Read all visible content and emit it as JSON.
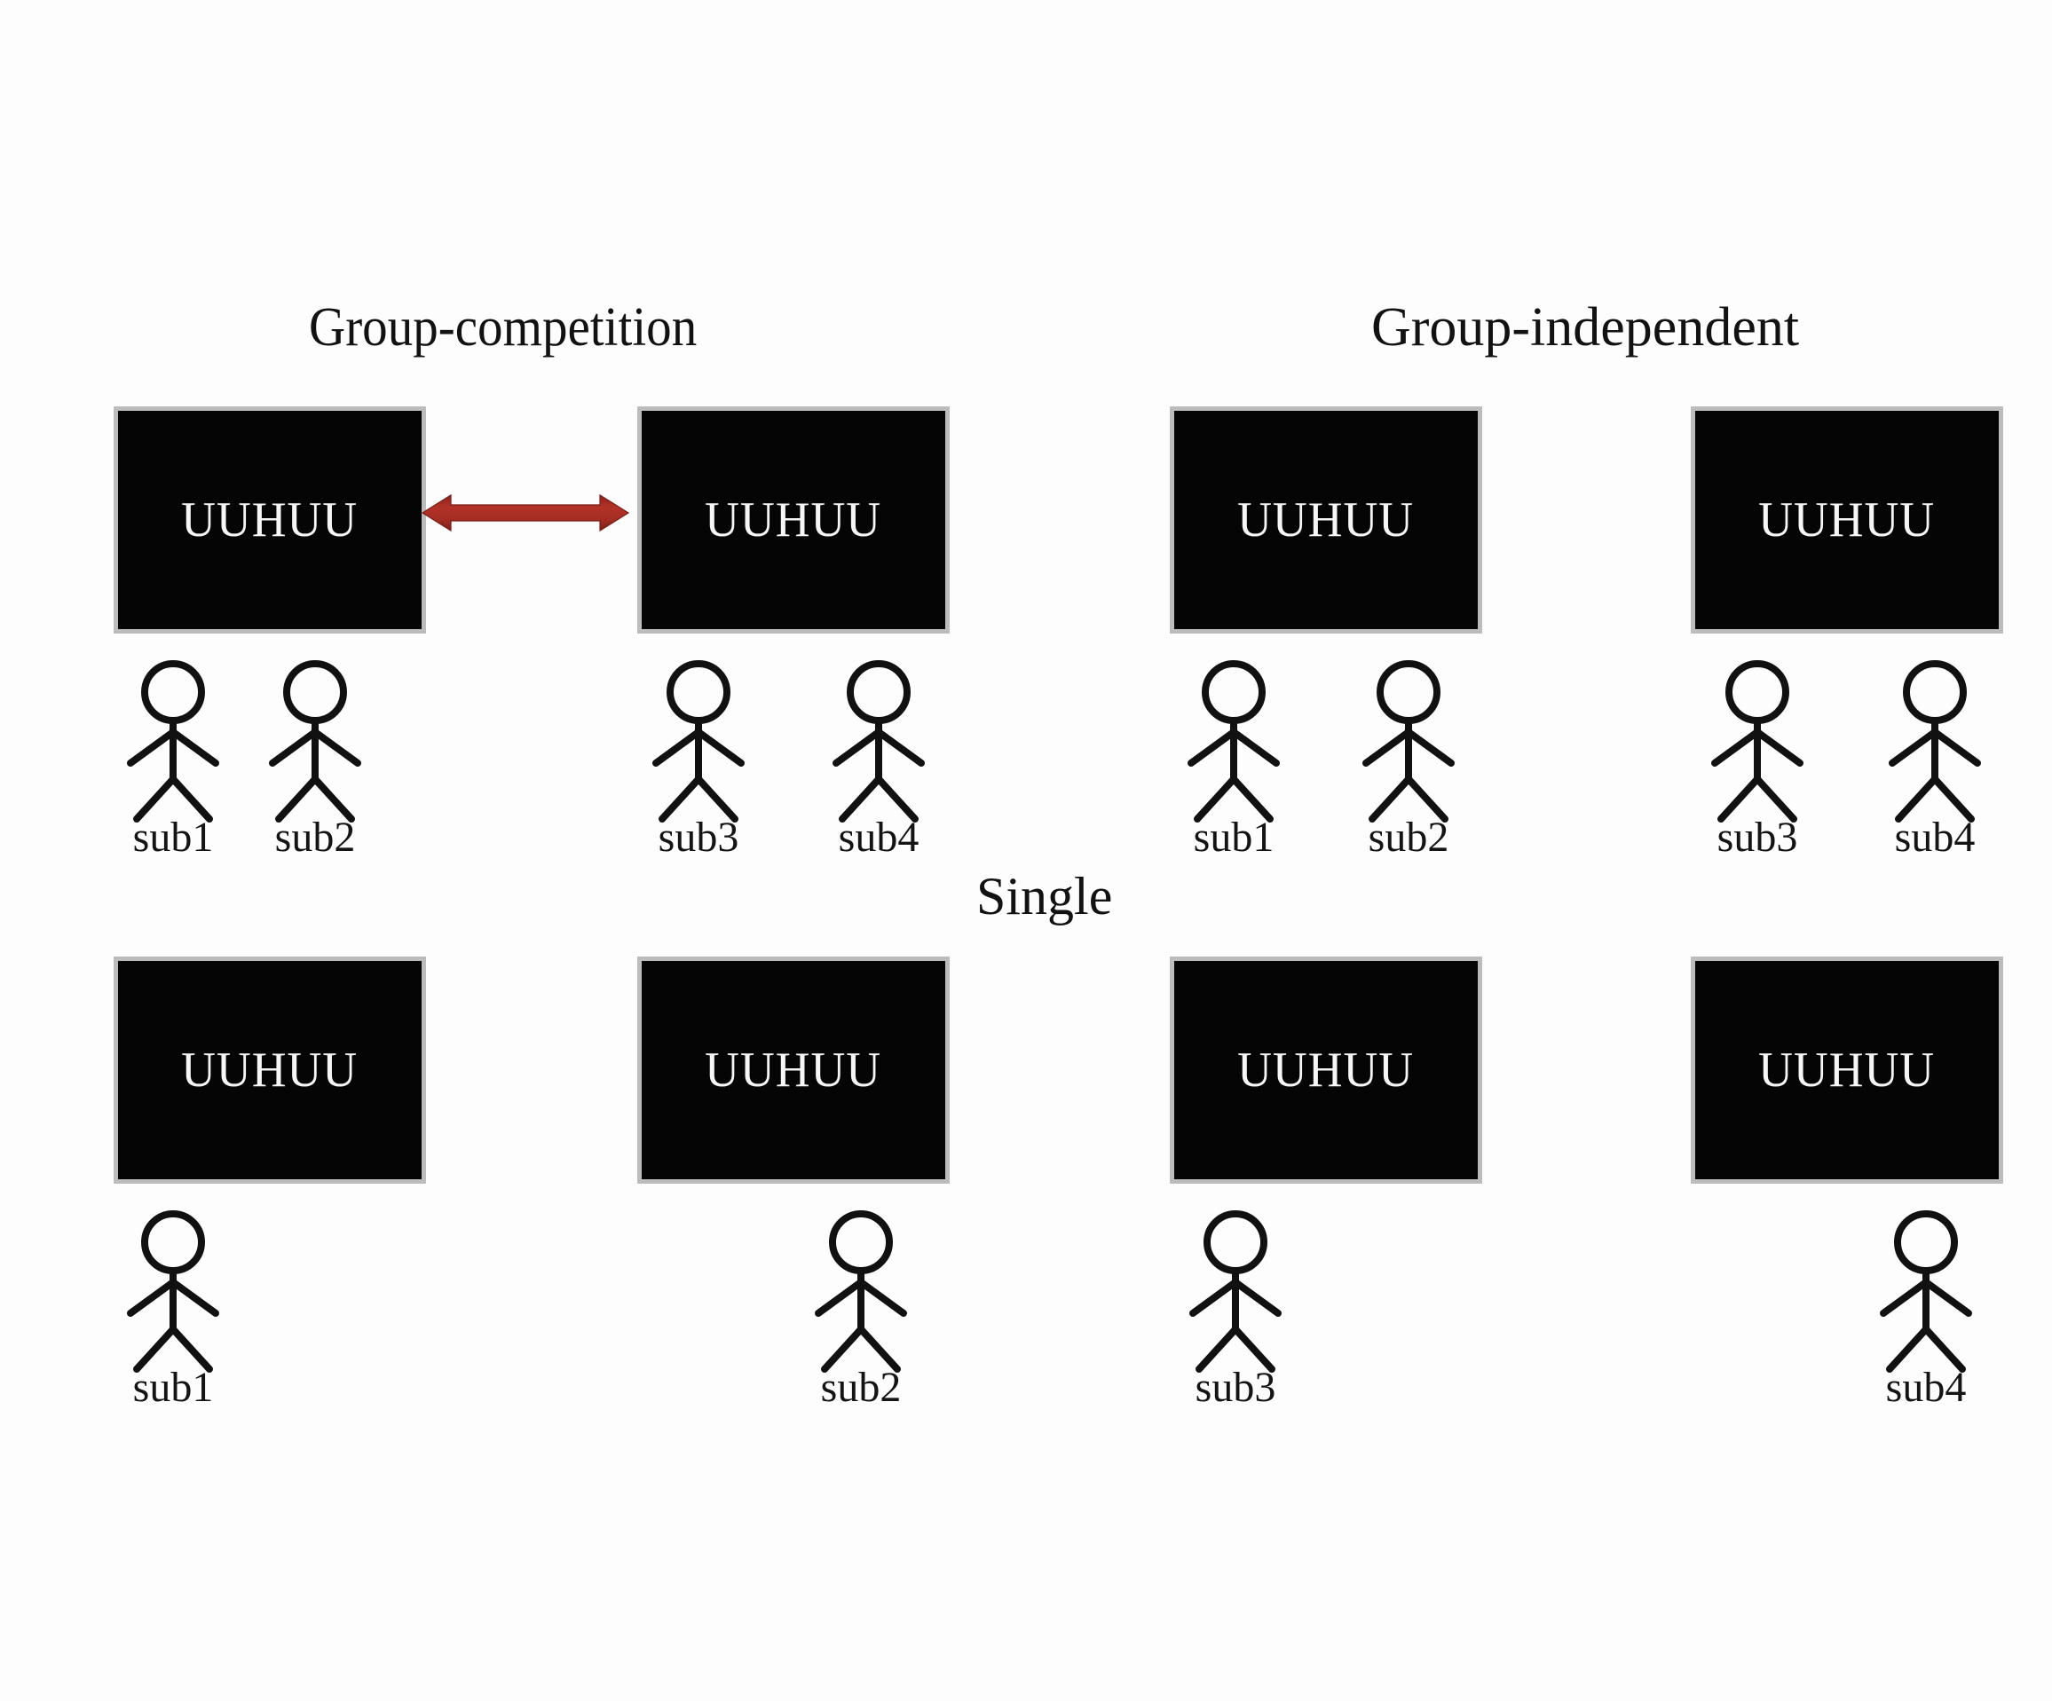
{
  "figure": {
    "background_color": "#fdfdfd",
    "screen_color": "#050505",
    "screen_border_color": "#bcbcbc",
    "screen_text_color": "#f6f6f6",
    "arrow_color": "#a32c23",
    "ink_color": "#141414"
  },
  "conditions": [
    {
      "id": "group-competition",
      "title": "Group-competition",
      "screens": [
        {
          "id": "gc-a",
          "text": "UUHUU"
        },
        {
          "id": "gc-b",
          "text": "UUHUU"
        }
      ],
      "people": [
        {
          "id": "gc-sub1",
          "label": "sub1"
        },
        {
          "id": "gc-sub2",
          "label": "sub2"
        },
        {
          "id": "gc-sub3",
          "label": "sub3"
        },
        {
          "id": "gc-sub4",
          "label": "sub4"
        }
      ],
      "arrow": {
        "id": "interaction-arrow",
        "kind": "double-headed",
        "color": "#a32c23",
        "connects": [
          "gc-a",
          "gc-b"
        ]
      }
    },
    {
      "id": "group-independent",
      "title": "Group-independent",
      "screens": [
        {
          "id": "gi-a",
          "text": "UUHUU"
        },
        {
          "id": "gi-b",
          "text": "UUHUU"
        }
      ],
      "people": [
        {
          "id": "gi-sub1",
          "label": "sub1"
        },
        {
          "id": "gi-sub2",
          "label": "sub2"
        },
        {
          "id": "gi-sub3",
          "label": "sub3"
        },
        {
          "id": "gi-sub4",
          "label": "sub4"
        }
      ]
    },
    {
      "id": "single",
      "title": "Single",
      "screens": [
        {
          "id": "s1",
          "text": "UUHUU"
        },
        {
          "id": "s2",
          "text": "UUHUU"
        },
        {
          "id": "s3",
          "text": "UUHUU"
        },
        {
          "id": "s4",
          "text": "UUHUU"
        }
      ],
      "people": [
        {
          "id": "s-sub1",
          "label": "sub1"
        },
        {
          "id": "s-sub2",
          "label": "sub2"
        },
        {
          "id": "s-sub3",
          "label": "sub3"
        },
        {
          "id": "s-sub4",
          "label": "sub4"
        }
      ]
    }
  ]
}
